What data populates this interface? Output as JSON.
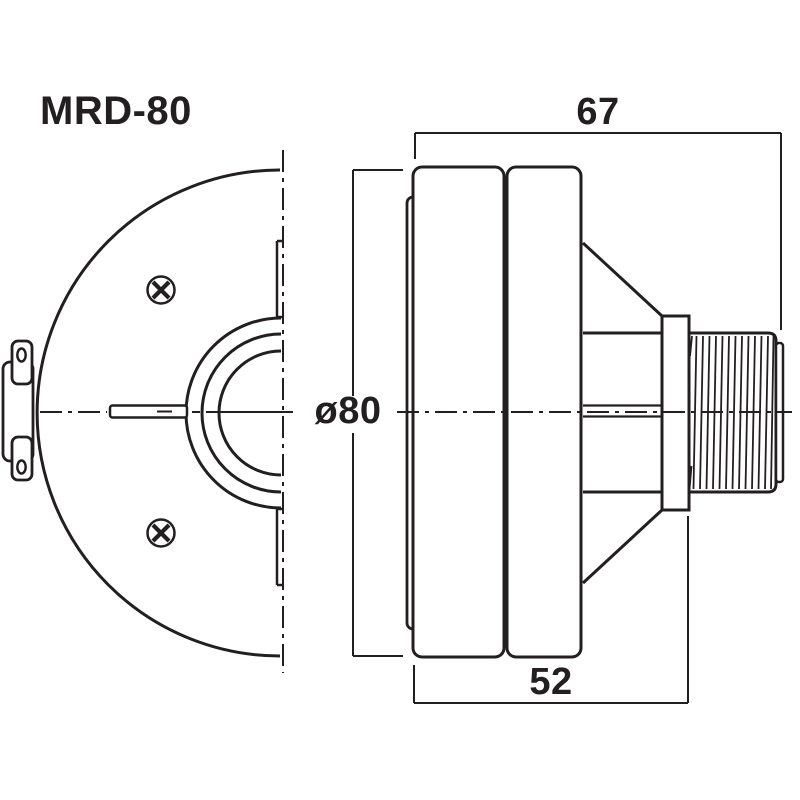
{
  "page": {
    "background": "#ffffff",
    "ink": "#231f20"
  },
  "title": "MRD-80",
  "dimensions": {
    "depth_total": "67",
    "diameter": "ø80",
    "depth_body": "52"
  }
}
